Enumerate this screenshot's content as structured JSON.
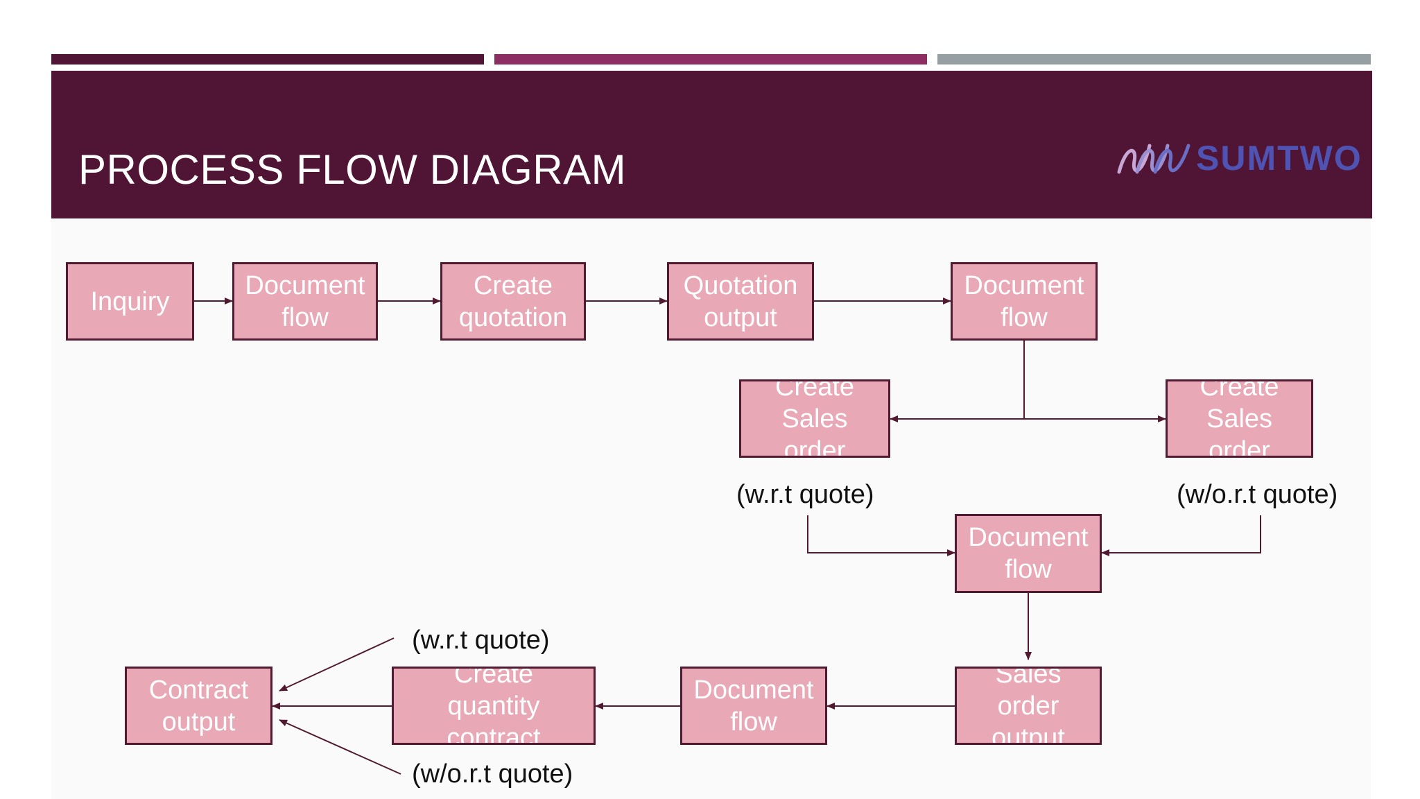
{
  "slide": {
    "title": "PROCESS FLOW DIAGRAM",
    "logo_text": "SUMTWO",
    "colors": {
      "header_bg": "#501434",
      "stripe_dark": "#501434",
      "stripe_magenta": "#8d2e62",
      "stripe_grey": "#96a0a2",
      "box_fill": "#e8a8b6",
      "box_border": "#511a30",
      "logo_text": "#4f54b4"
    }
  },
  "diagram": {
    "boxes": {
      "inquiry": "Inquiry",
      "document_flow_1": "Document\nflow",
      "create_quotation": "Create\nquotation",
      "quotation_output": "Quotation\noutput",
      "document_flow_2": "Document\nflow",
      "create_sales_order_wrt": "Create\nSales\norder",
      "create_sales_order_wo": "Create\nSales\norder",
      "document_flow_3": "Document\nflow",
      "sales_order_output": "Sales\norder\noutput",
      "document_flow_4": "Document\nflow",
      "create_quantity_contract": "Create\nquantity\ncontract",
      "contract_output": "Contract\noutput"
    },
    "notes": {
      "sales_order_wrt": "(w.r.t quote)",
      "sales_order_wo": "(w/o.r.t quote)",
      "contract_wrt": "(w.r.t quote)",
      "contract_wo": "(w/o.r.t quote)"
    }
  }
}
